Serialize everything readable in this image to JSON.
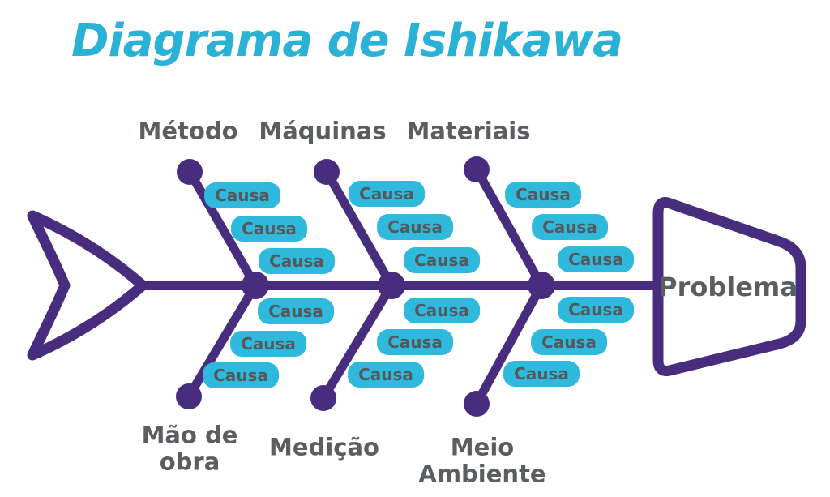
{
  "title": "Diagrama de Ishikawa",
  "problem_label": "Problema",
  "cause_label": "Causa",
  "categories": {
    "top": [
      "Método",
      "Máquinas",
      "Materiais"
    ],
    "bottom": [
      "Mão de obra",
      "Medição",
      "Meio Ambiente"
    ]
  },
  "causes_per_branch": 3,
  "colors": {
    "purple": "#482d7f",
    "chip_cyan": "#2fb9dc",
    "title_cyan": "#29b1d6",
    "label_gray": "#595e63",
    "chip_text_gray": "#54595e",
    "background": "#ffffff"
  }
}
